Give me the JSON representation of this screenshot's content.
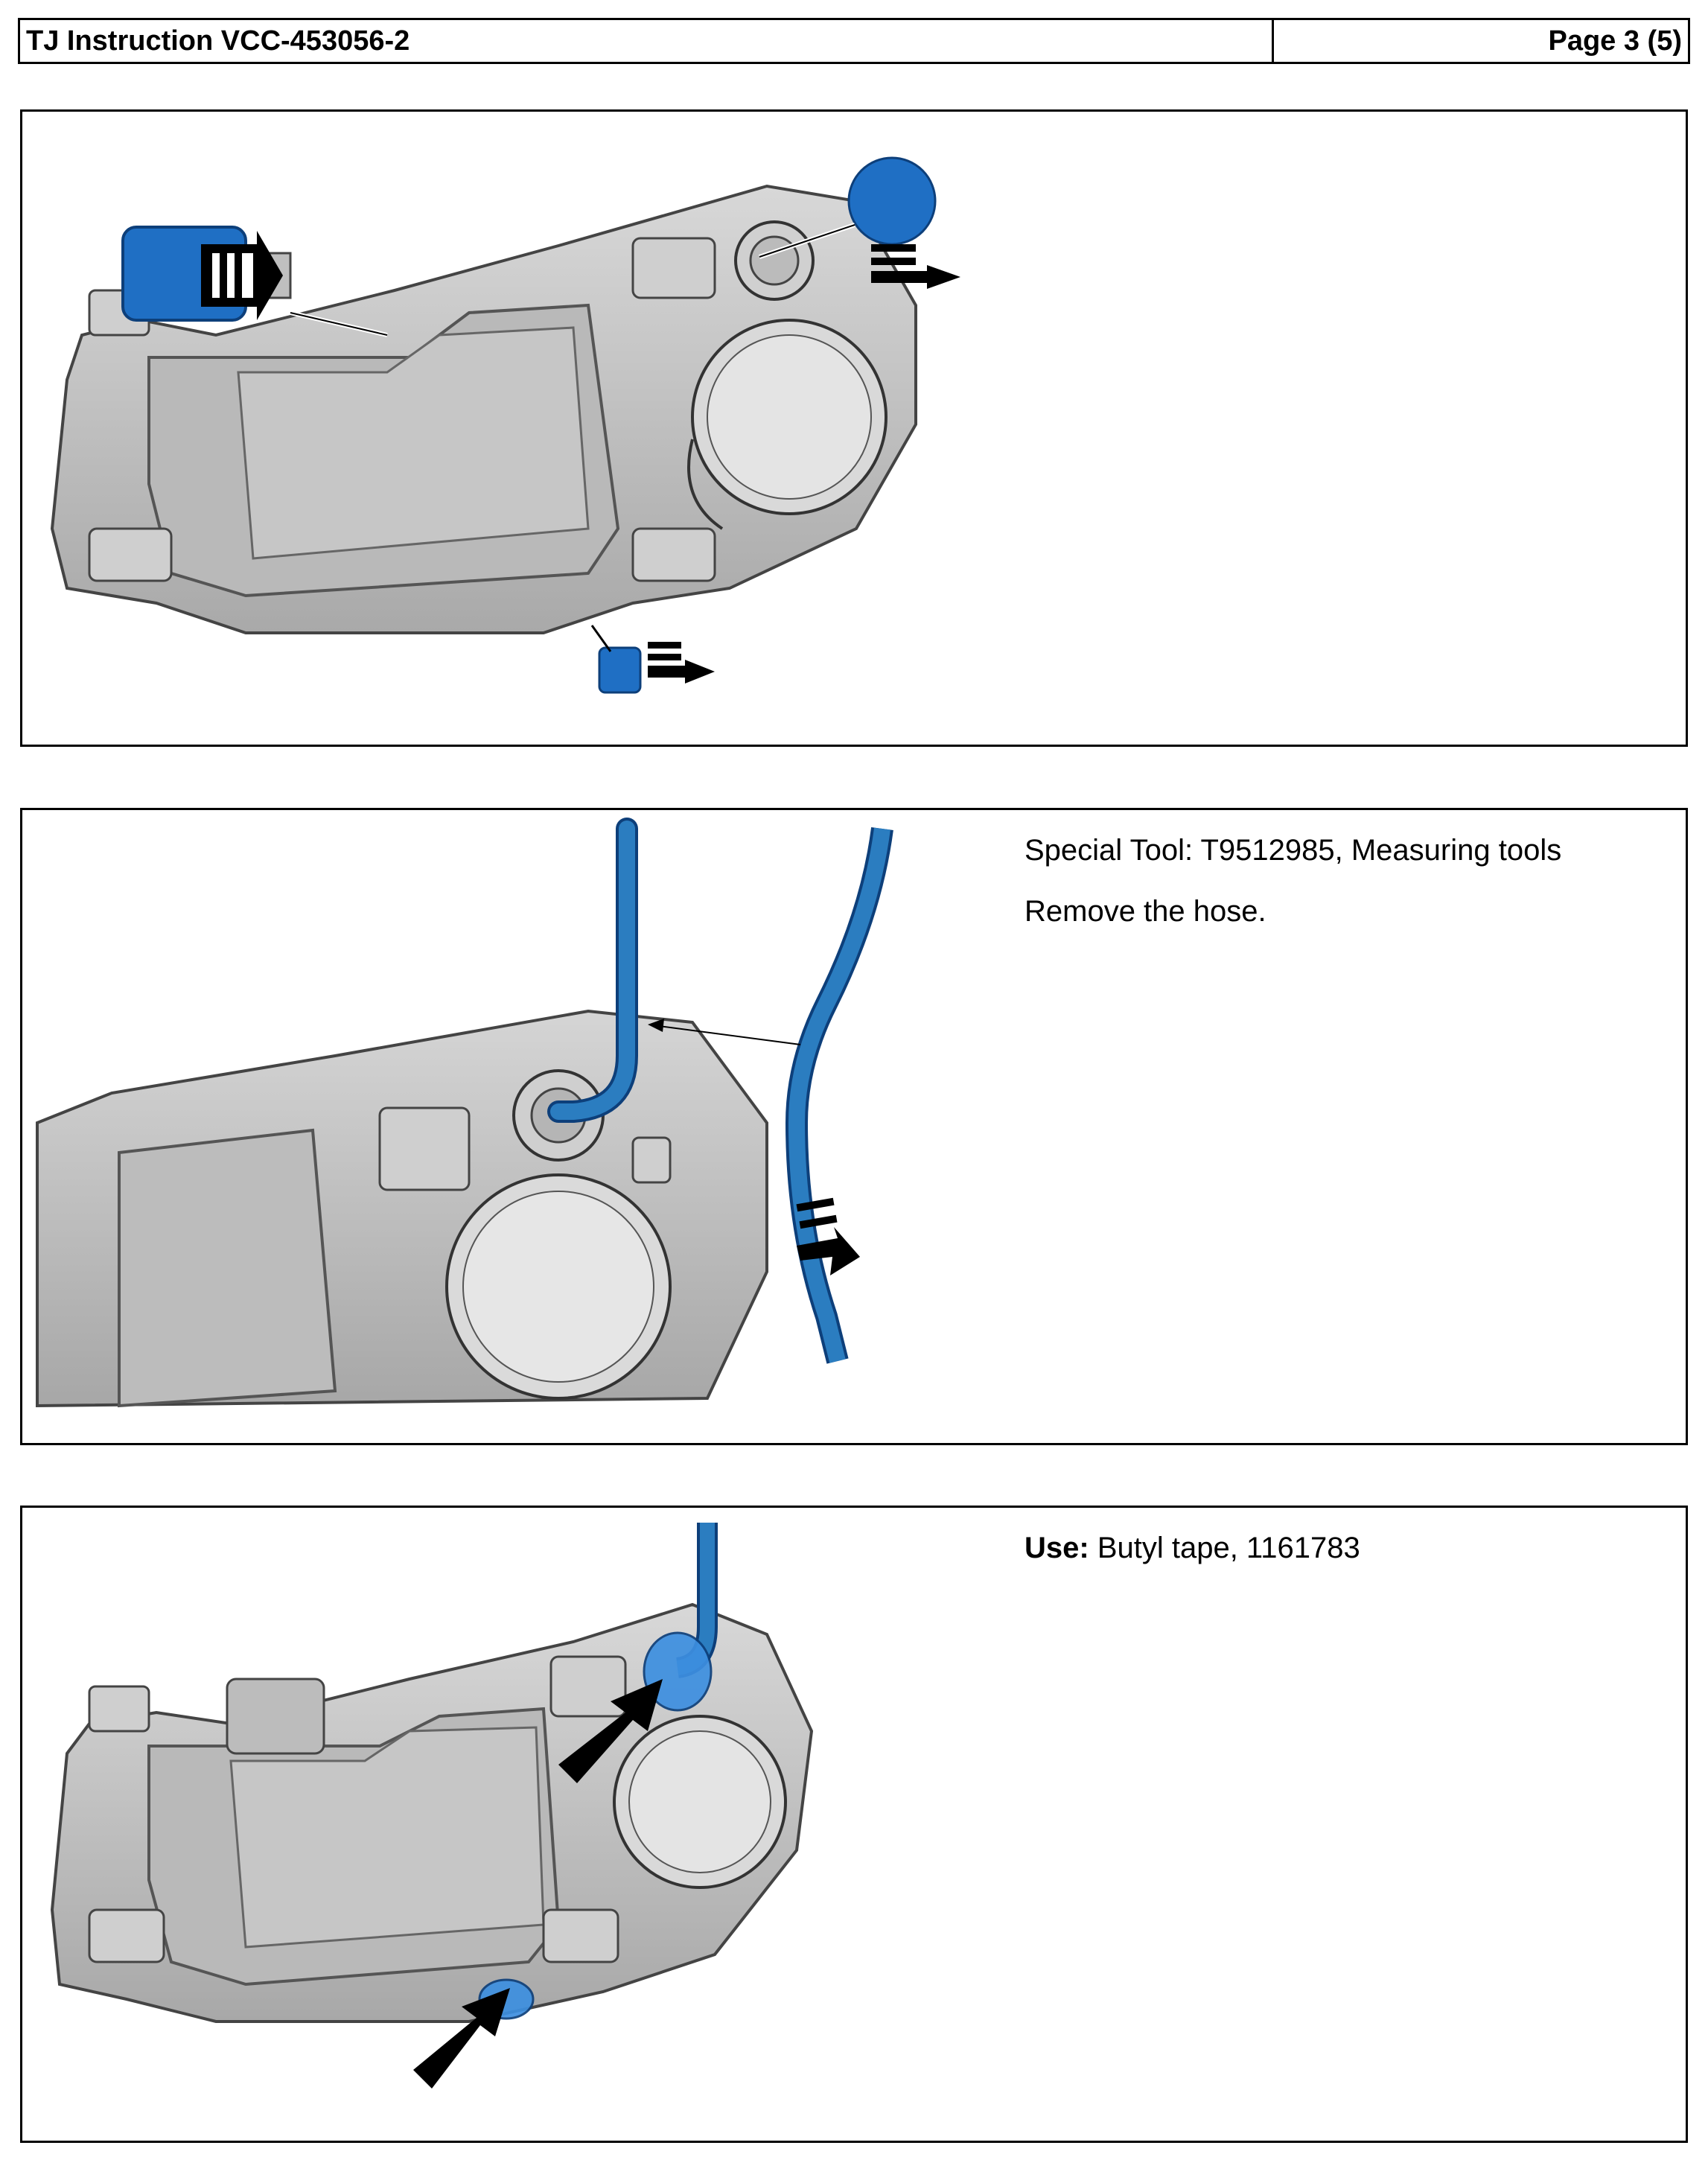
{
  "header": {
    "title": "TJ Instruction VCC-453056-2",
    "page": "Page 3 (5)"
  },
  "steps": [
    {
      "lines": []
    },
    {
      "lines": [
        "Special Tool: T9512985, Measuring tools",
        "Remove the hose."
      ]
    },
    {
      "use_label": "Use:",
      "use_value": " Butyl tape, 1161783"
    }
  ],
  "colors": {
    "part_blue": "#1f6fc4",
    "hose_blue": "#2b7dc0",
    "housing_gray": "#c9c9c9",
    "housing_dark": "#8a8a8a",
    "arrow": "#000000"
  },
  "icons": [
    "push-arrow-icon",
    "pull-arrow-icon",
    "dashed-direction-arrow-icon",
    "leader-arrow-icon"
  ]
}
